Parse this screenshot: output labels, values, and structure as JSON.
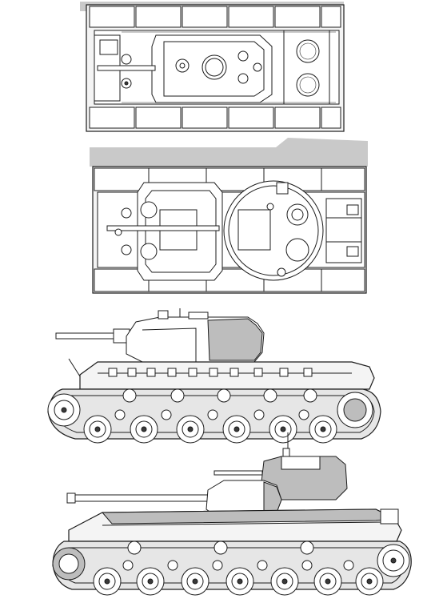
{
  "drawing": {
    "views": [
      {
        "id": "top-view-1"
      },
      {
        "id": "top-view-2"
      },
      {
        "id": "side-view-1"
      },
      {
        "id": "side-view-2"
      }
    ],
    "colors": {
      "line": "#1c1c1c",
      "fill": "#f4f4f4",
      "shadow": "#c9c9c9",
      "grey": "#bdbdbd",
      "background": "#ffffff"
    }
  }
}
